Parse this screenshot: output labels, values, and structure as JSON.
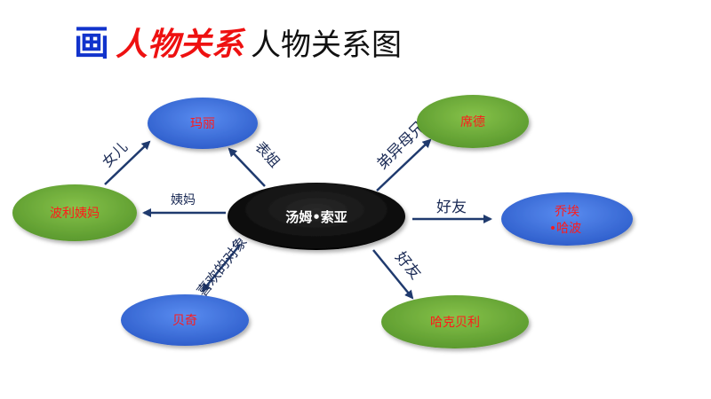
{
  "title": {
    "icon_char": "画",
    "red_text": "人物关系",
    "black_text": "人物关系图"
  },
  "colors": {
    "blue_node": "#3f6fdc",
    "green_node": "#6aaa3a",
    "center_node": "#0d0d0d",
    "node_label": "#ff1a1a",
    "arrow": "#1f3a6e",
    "edge_label": "#1a2a55",
    "title_icon": "#1133cc",
    "title_red": "#ee1111",
    "title_black": "#111111"
  },
  "nodes": {
    "center": {
      "label": "汤姆•索亚"
    },
    "mary": {
      "label": "玛丽"
    },
    "sid": {
      "label": "席德"
    },
    "polly": {
      "label": "波利姨妈"
    },
    "joe": {
      "label_line1": "乔埃",
      "label_line2": "•哈波"
    },
    "becky": {
      "label": "贝奇"
    },
    "huck": {
      "label": "哈克贝利"
    }
  },
  "edges": {
    "center_mary": "表姐",
    "center_sid": "弟异母兄",
    "center_polly": "姨妈",
    "center_joe": "好友",
    "center_becky": "喜欢的对象",
    "center_huck": "好友",
    "polly_mary": "女儿"
  }
}
